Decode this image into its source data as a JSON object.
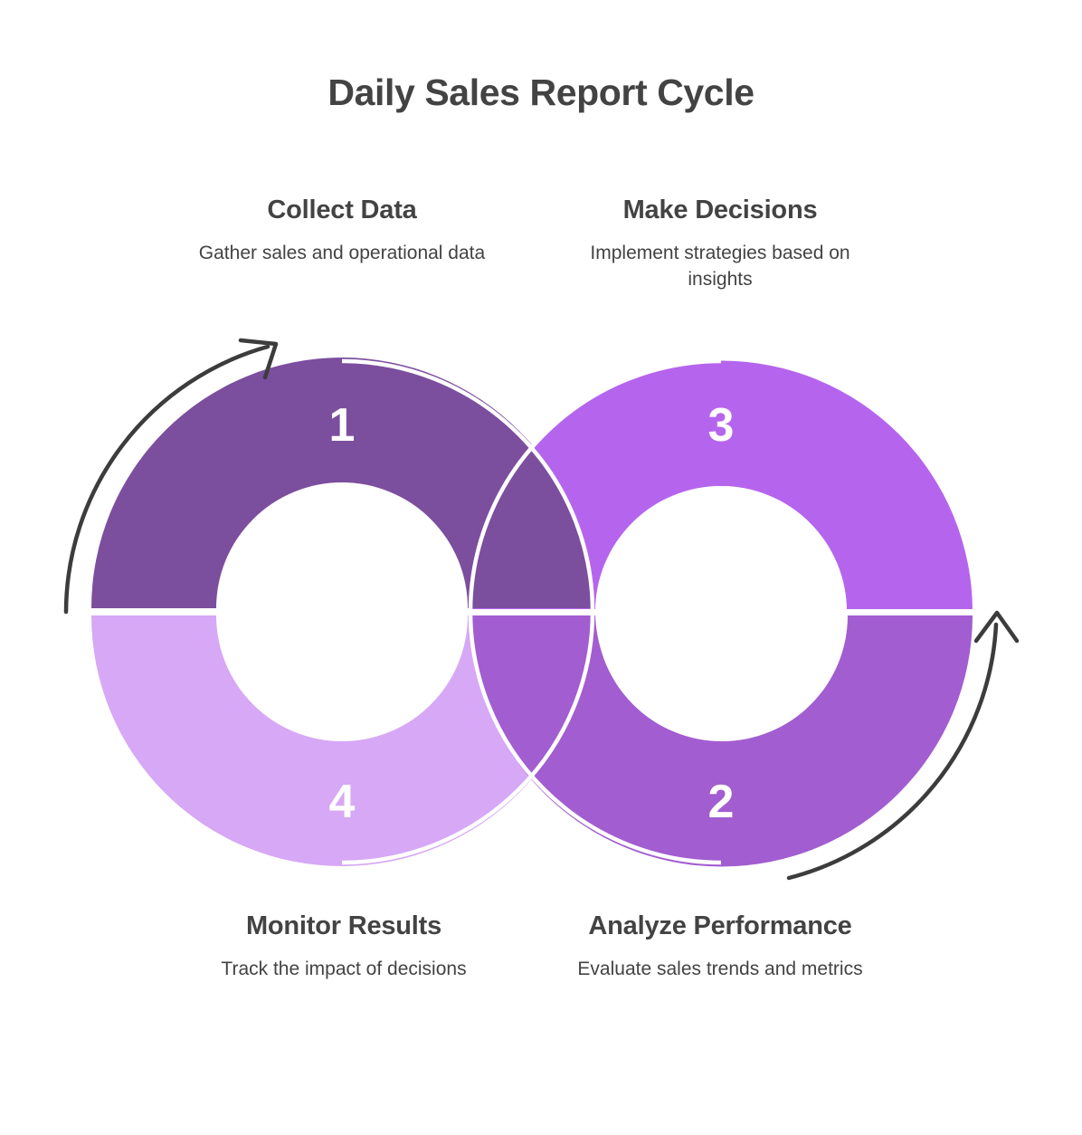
{
  "page": {
    "title": "Daily Sales Report Cycle",
    "background": "#ffffff",
    "text_color": "#434343"
  },
  "chart_data": {
    "type": "diagram",
    "subtype": "infinity-loop-cycle",
    "title": "Daily Sales Report Cycle",
    "step_count": 4,
    "legend_position": "around-loops",
    "steps": [
      {
        "number": "1",
        "heading": "Collect Data",
        "description": "Gather sales and operational data",
        "color": "#7c4e9e",
        "position": "top-left",
        "label_position": "above-left"
      },
      {
        "number": "2",
        "heading": "Analyze Performance",
        "description": "Evaluate sales trends and metrics",
        "color": "#a25dd0",
        "position": "bottom-right",
        "label_position": "below-right"
      },
      {
        "number": "3",
        "heading": "Make Decisions",
        "description": "Implement strategies based on insights",
        "color": "#b565ed",
        "position": "top-right",
        "label_position": "above-right"
      },
      {
        "number": "4",
        "heading": "Monitor Results",
        "description": "Track the impact of decisions",
        "color": "#d6a8f5",
        "position": "bottom-left",
        "label_position": "below-left"
      }
    ],
    "arrows": [
      {
        "name": "left-cycle-arrow",
        "direction": "clockwise",
        "placement": "outside-left-loop",
        "color": "#3c3c3c"
      },
      {
        "name": "right-cycle-arrow",
        "direction": "counter-clockwise-up",
        "placement": "outside-right-loop",
        "color": "#3c3c3c"
      }
    ],
    "geometry": {
      "left_ring_center": [
        378,
        676
      ],
      "right_ring_center": [
        797,
        676
      ],
      "outer_radius": 277,
      "inner_radius": 139
    }
  }
}
